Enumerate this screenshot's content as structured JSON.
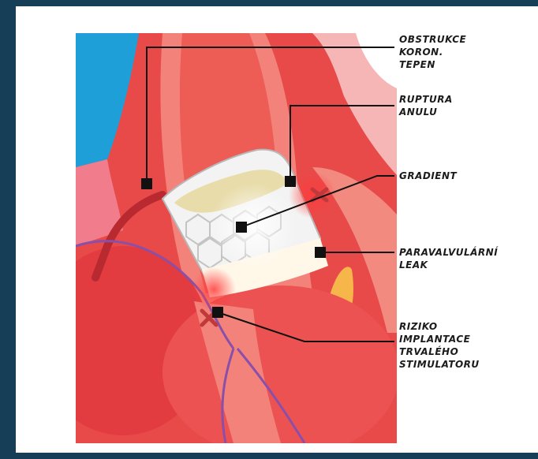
{
  "labels": {
    "obstruction": [
      "OBSTRUKCE",
      "KORON.",
      "TEPEN"
    ],
    "rupture": [
      "RUPTURA",
      "ANULU"
    ],
    "gradient": [
      "GRADIENT"
    ],
    "leak": [
      "PARAVALVULÁRNÍ",
      "LEAK"
    ],
    "risk": [
      "RIZIKO",
      "IMPLANTACE",
      "TRVALÉHO",
      "STIMULATORU"
    ]
  },
  "colors": {
    "background": "#163f57",
    "tissue": "#e84a4a",
    "aorta": "#f06b62",
    "vessel": "#f38a80",
    "stent": "#b8b8b8",
    "valve": "#fff7e8",
    "leaflet": "#e8dcaa",
    "conduction": "#8a4fa8",
    "blue_chamber": "#1e9fd8",
    "yellow": "#f6b64a",
    "leader": "#111111"
  }
}
